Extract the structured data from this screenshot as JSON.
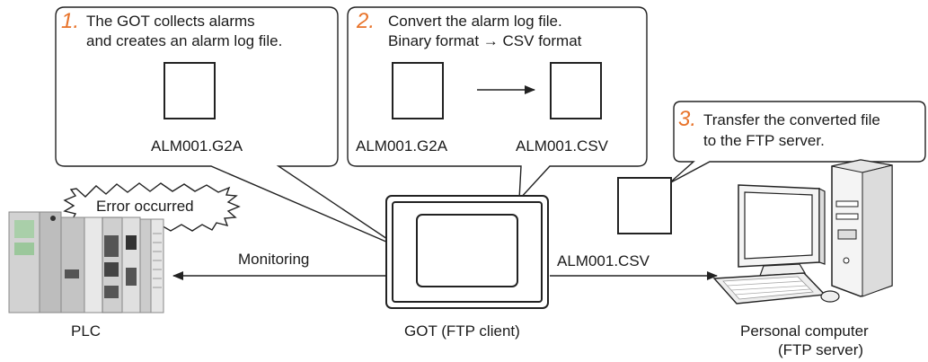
{
  "step1": {
    "number": "1.",
    "line1": "The GOT collects alarms",
    "line2": "and creates an alarm log file.",
    "file": "ALM001.G2A"
  },
  "step2": {
    "number": "2.",
    "line1": "Convert the alarm log file.",
    "line2": "Binary format → CSV format",
    "source_file": "ALM001.G2A",
    "target_file": "ALM001.CSV"
  },
  "step3": {
    "number": "3.",
    "line1": "Transfer the converted file",
    "line2": "to the FTP server."
  },
  "error_burst": "Error occurred",
  "monitoring": "Monitoring",
  "transfer_file": "ALM001.CSV",
  "devices": {
    "plc": "PLC",
    "got": "GOT (FTP client)",
    "pc_line1": "Personal computer",
    "pc_line2": "(FTP server)"
  },
  "colors": {
    "step_number": "#e8732a",
    "line": "#222222",
    "plc_body": "#c8c8c8",
    "plc_module_green": "#9bc79b"
  }
}
